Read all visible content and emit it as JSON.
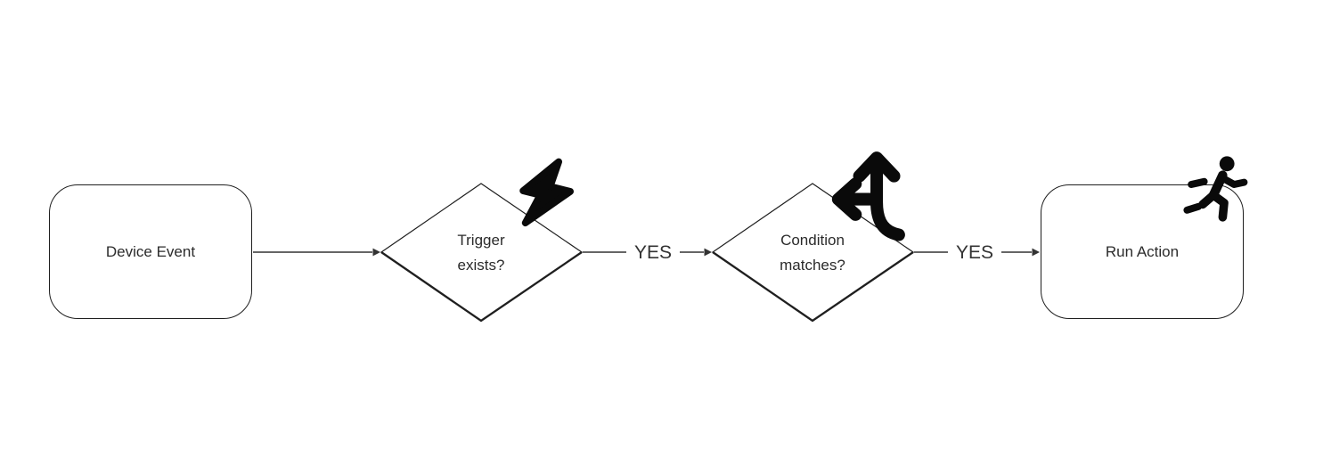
{
  "diagram": {
    "background": "#ffffff",
    "nodes": [
      {
        "id": "device-event",
        "shape": "rounded-rectangle",
        "label": "Device Event"
      },
      {
        "id": "trigger-exists",
        "shape": "diamond",
        "label": "Trigger exists?",
        "icon": "lightning-bolt-icon"
      },
      {
        "id": "condition-matches",
        "shape": "diamond",
        "label": "Condition matches?",
        "icon": "split-arrows-up-left-icon"
      },
      {
        "id": "run-action",
        "shape": "rounded-rectangle",
        "label": "Run Action",
        "icon": "person-running-icon"
      }
    ],
    "edges": [
      {
        "from": "device-event",
        "to": "trigger-exists",
        "label": ""
      },
      {
        "from": "trigger-exists",
        "to": "condition-matches",
        "label": "YES"
      },
      {
        "from": "condition-matches",
        "to": "run-action",
        "label": "YES"
      }
    ],
    "colors": {
      "line": "#333333",
      "shape_stroke": "#1f1f1f",
      "text": "#2b2b2b",
      "icon": "#0a0a0a"
    }
  }
}
